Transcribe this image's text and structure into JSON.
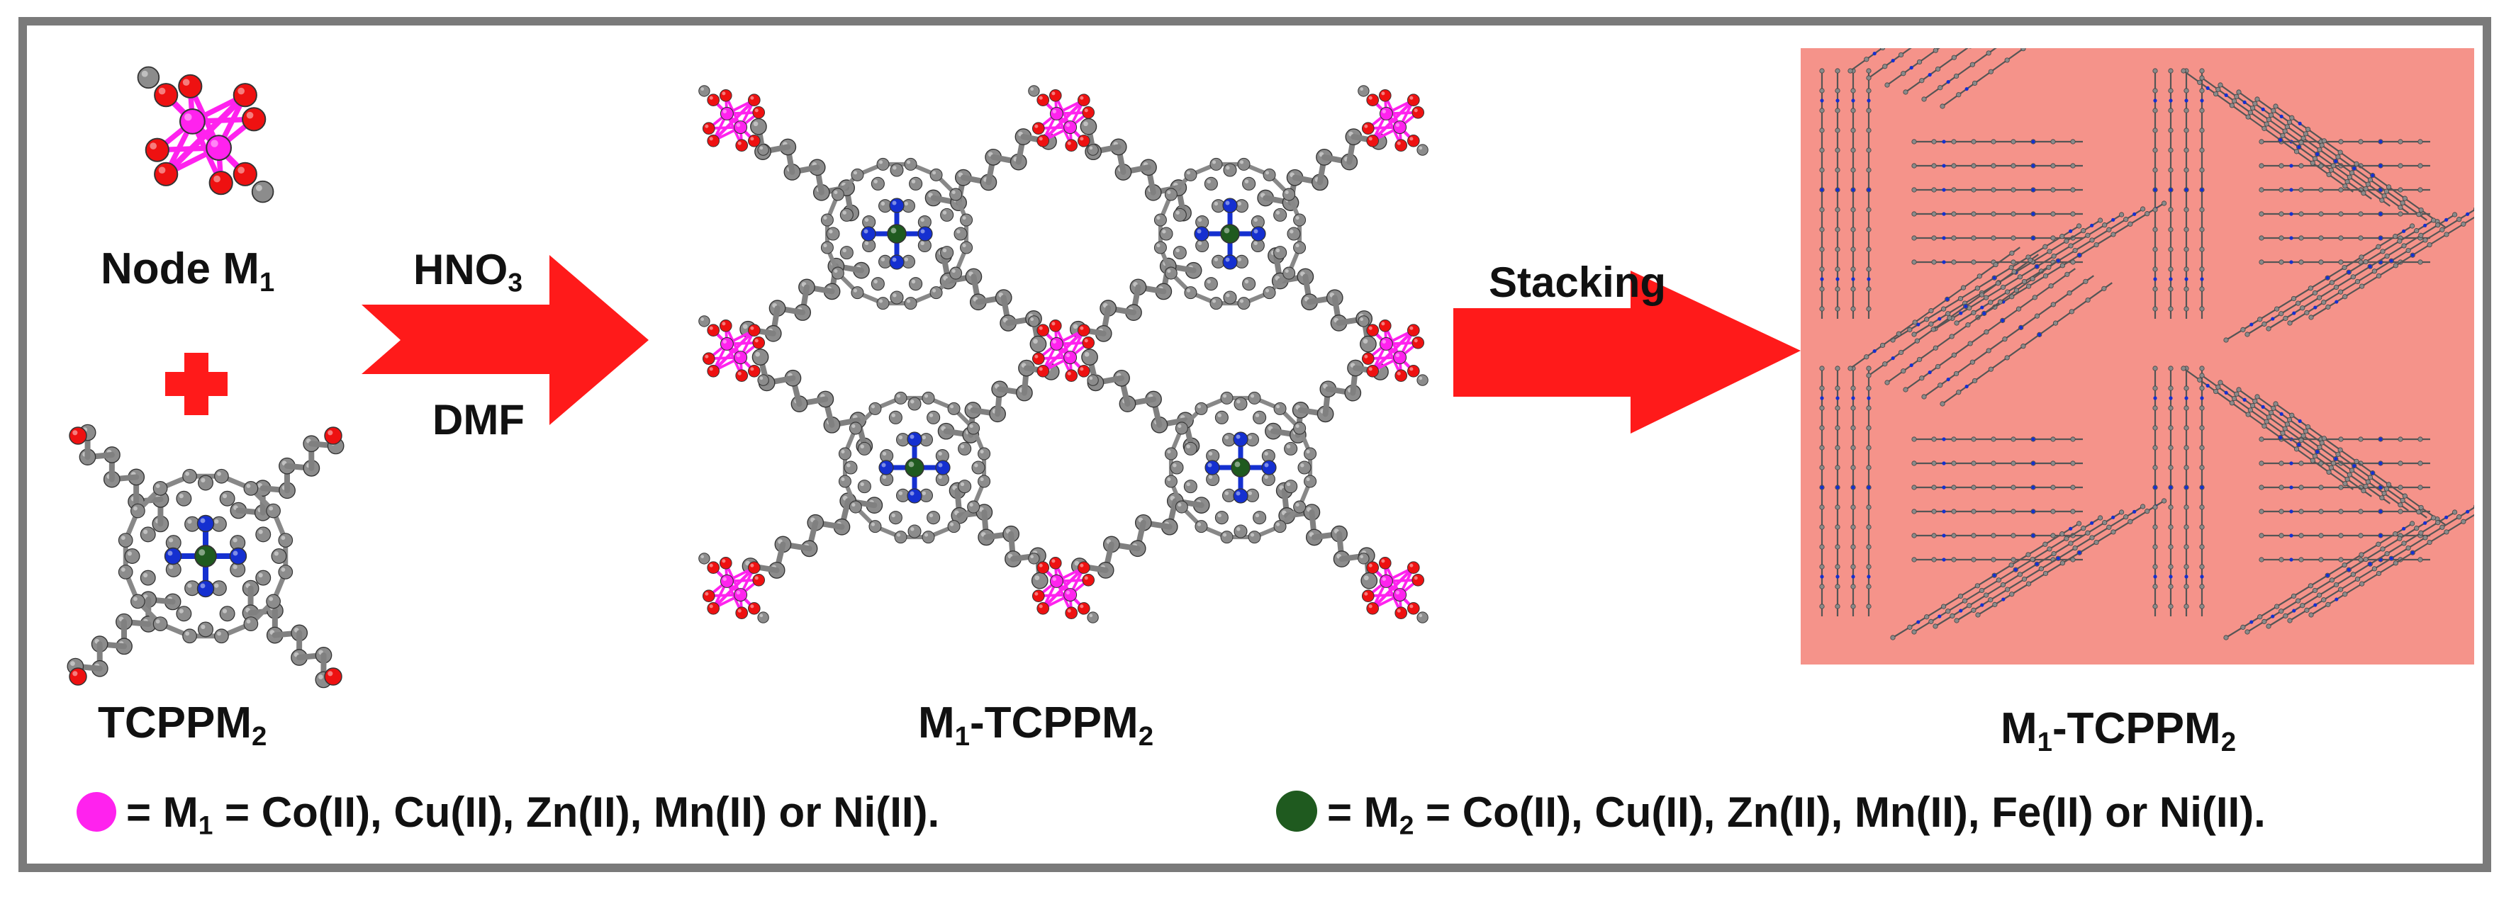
{
  "node_label": {
    "main": "Node M",
    "sub": "1"
  },
  "linker_label": {
    "main": "TCPPM",
    "sub": "2"
  },
  "arrow1": {
    "top_main": "HNO",
    "top_sub": "3",
    "bottom": "DMF"
  },
  "arrow2": {
    "label": "Stacking"
  },
  "framework_label": {
    "pre": "M",
    "pre_sub": "1",
    "main": "-TCPPM",
    "sub": "2"
  },
  "stacked_label": {
    "pre": "M",
    "pre_sub": "1",
    "main": "-TCPPM",
    "sub": "2"
  },
  "legend_m1": {
    "eq": "= M",
    "sub": "1",
    "text": " = Co(II), Cu(II), Zn(II), Mn(II) or Ni(II)."
  },
  "legend_m2": {
    "eq": "= M",
    "sub": "2",
    "text": " = Co(II), Cu(II), Zn(II), Mn(II), Fe(II) or Ni(II)."
  },
  "colors": {
    "m1": "#ff22ee",
    "m2": "#1f5a1f",
    "arrow": "#ff1a1a",
    "oxygen": "#ee1111",
    "carbon": "#8c8c8c",
    "nitrogen": "#1530d0",
    "stack_bg": "#f5938a"
  }
}
